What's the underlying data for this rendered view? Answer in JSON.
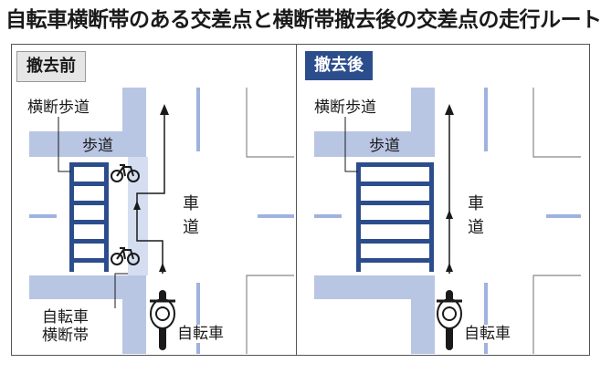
{
  "title": "自転車横断帯のある交差点と横断帯撤去後の交差点の走行ルート",
  "panels": {
    "before": {
      "label": "撤去前",
      "crosswalk_label": "横断歩道",
      "sidewalk_label": "歩道",
      "road_label_1": "車",
      "road_label_2": "道",
      "bike_lane_label_1": "自転車",
      "bike_lane_label_2": "横断帯",
      "cyclist_label": "自転車"
    },
    "after": {
      "label": "撤去後",
      "crosswalk_label": "横断歩道",
      "sidewalk_label": "歩道",
      "road_label_1": "車",
      "road_label_2": "道",
      "cyclist_label": "自転車"
    }
  },
  "colors": {
    "sidewalk": "#b8c6e4",
    "crosswalk": "#2c4d8c",
    "badge_after": "#2c4d8c",
    "badge_before": "#e6e6e6",
    "lane_line": "#9fb3dd"
  }
}
